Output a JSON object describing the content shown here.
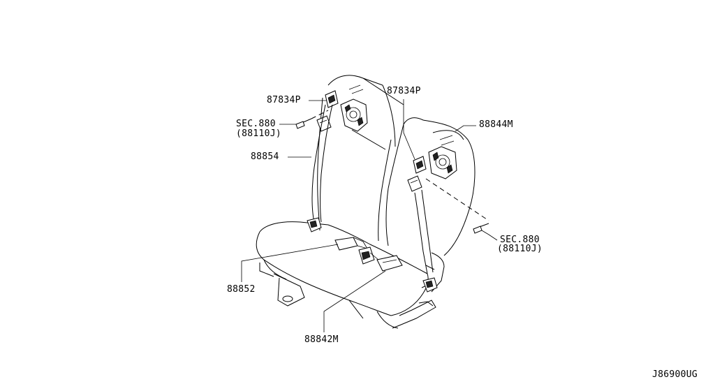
{
  "diagram": {
    "callouts": {
      "p87834p_left": "87834P",
      "sec880_left": "SEC.880",
      "sec880_left_sub": "(88110J)",
      "p88854": "88854",
      "p87834p_right": "87834P",
      "p88844m": "88844M",
      "sec880_right": "SEC.880",
      "sec880_right_sub": "(88110J)",
      "p88852": "88852",
      "p88842m": "88842M"
    },
    "figure_code": "J86900UG"
  },
  "colors": {
    "line": "#000000",
    "background": "#ffffff"
  }
}
